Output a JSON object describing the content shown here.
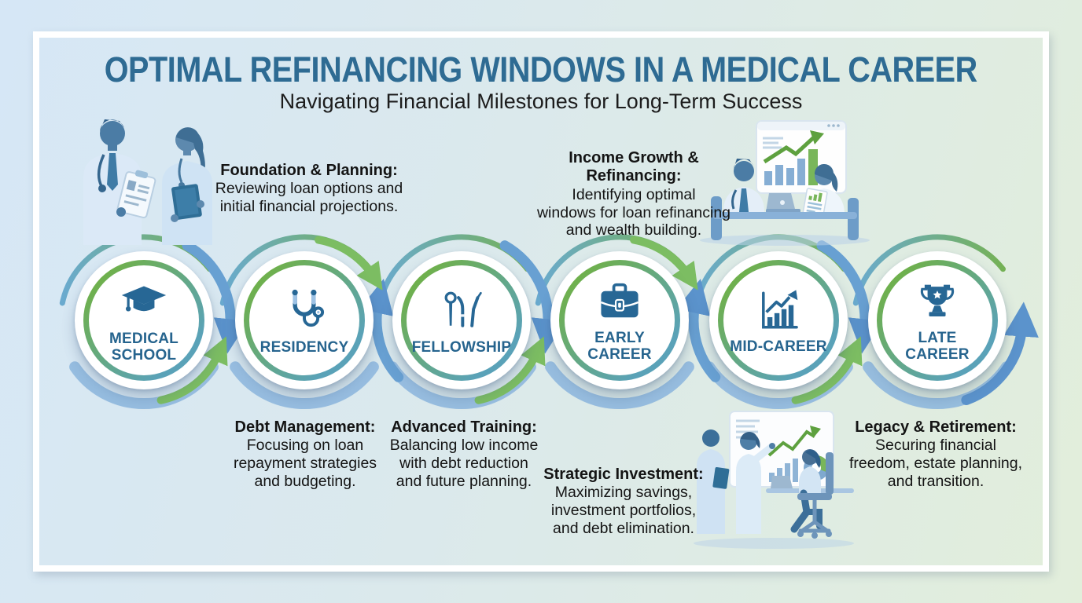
{
  "header": {
    "title": "OPTIMAL REFINANCING WINDOWS IN A MEDICAL CAREER",
    "subtitle": "Navigating Financial Milestones for Long-Term Success"
  },
  "stages": [
    {
      "label": [
        "MEDICAL",
        "SCHOOL"
      ],
      "icon": "graduation-cap-icon"
    },
    {
      "label": [
        "RESIDENCY"
      ],
      "icon": "stethoscope-icon"
    },
    {
      "label": [
        "FELLOWSHIP"
      ],
      "icon": "dental-tools-icon"
    },
    {
      "label": [
        "EARLY",
        "CAREER"
      ],
      "icon": "briefcase-icon"
    },
    {
      "label": [
        "MID-CAREER"
      ],
      "icon": "growth-chart-icon"
    },
    {
      "label": [
        "LATE",
        "CAREER"
      ],
      "icon": "trophy-icon"
    }
  ],
  "annotations": {
    "foundation": {
      "heading": "Foundation & Planning:",
      "body": [
        "Reviewing loan options and",
        "initial financial projections."
      ]
    },
    "income": {
      "heading": [
        "Income Growth &",
        "Refinancing:"
      ],
      "body": [
        "Identifying optimal",
        "windows for loan refinancing",
        "and wealth building."
      ]
    },
    "debt": {
      "heading": "Debt Management:",
      "body": [
        "Focusing on loan",
        "repayment strategies",
        "and budgeting."
      ]
    },
    "advanced": {
      "heading": "Advanced Training:",
      "body": [
        "Balancing low income",
        "with debt reduction",
        "and future planning."
      ]
    },
    "strategic": {
      "heading": "Strategic Investment:",
      "body": [
        "Maximizing savings,",
        "investment portfolios,",
        "and debt elimination."
      ]
    },
    "legacy": {
      "heading": "Legacy & Retirement:",
      "body": [
        "Securing financial",
        "freedom, estate planning,",
        "and transition."
      ]
    }
  },
  "palette": {
    "title_blue": "#2e6b93",
    "deep_blue": "#276795",
    "label_blue": "#26648e",
    "accent_green": "#6fae4e",
    "arrow_green": "#7cbd62",
    "arrow_blue": "#5b93cc",
    "arc_light_blue": "#8fb8de",
    "bg_left": "#d6e7f6",
    "bg_right": "#e2eedb"
  }
}
